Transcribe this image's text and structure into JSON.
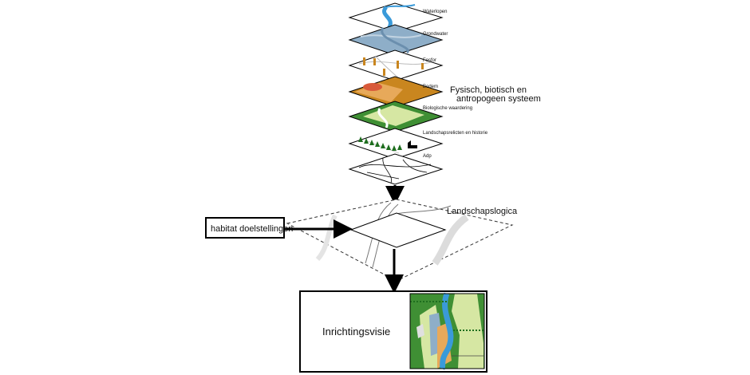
{
  "layers": [
    {
      "label": "Waterlopen"
    },
    {
      "label": "Grondwater"
    },
    {
      "label": "Fosfor"
    },
    {
      "label": "Bodem"
    },
    {
      "label": "Biologische waardering"
    },
    {
      "label": "Landschapsrelicten en historie"
    },
    {
      "label": "Adp"
    }
  ],
  "group_label_line1": "Fysisch, biotisch en",
  "group_label_line2": "antropogeen systeem",
  "landschapslogica_label": "Landschapslogica",
  "habitat_label": "habitat doelstellingen",
  "inrichtingsvisie_label": "Inrichtingsvisie",
  "colors": {
    "water": "#3a9ad9",
    "groundwater": "#8eaec8",
    "soil_orange": "#c9861f",
    "soil_red": "#d85a3a",
    "green_dark": "#3f8f34",
    "green_light": "#d6e7a3",
    "tree": "#1e6e1e"
  }
}
